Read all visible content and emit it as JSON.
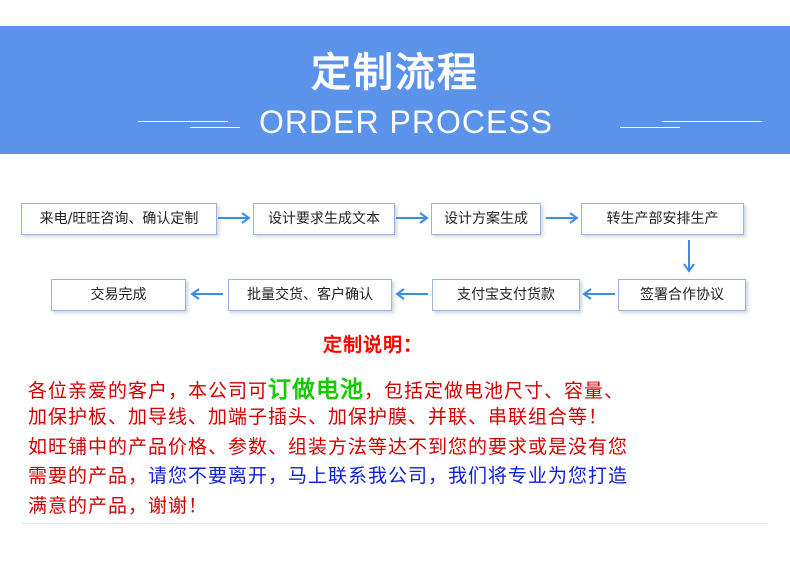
{
  "colors": {
    "banner": "#5b93ea",
    "arrow": "#3a8ee6",
    "red_text": "#d40000",
    "green_text": "#17c900",
    "blue_text": "#0d1fd8"
  },
  "header": {
    "title": "定制流程",
    "subtitle": "ORDER PROCESS"
  },
  "flow": {
    "steps": [
      "来电/旺旺咨询、确认定制",
      "设计要求生成文本",
      "设计方案生成",
      "转生产部安排生产",
      "签署合作协议",
      "支付宝支付货款",
      "批量交货、客户确认",
      "交易完成"
    ]
  },
  "notes": {
    "title": "定制说明：",
    "line1_a": "各位亲爱的客户，本公司可",
    "line1_highlight": "订做电池",
    "line1_b": "，包括定做电池尺寸、容量、",
    "line2": "加保护板、加导线、加端子插头、加保护膜、并联、串联组合等！",
    "line3": "如旺铺中的产品价格、参数、组装方法等达不到您的要求或是没有您",
    "line4_a": "需要的产品，",
    "line4_b": "请您不要离开，马上联系我公司，我们将专业为您打造",
    "line5": "满意的产品，谢谢！"
  }
}
